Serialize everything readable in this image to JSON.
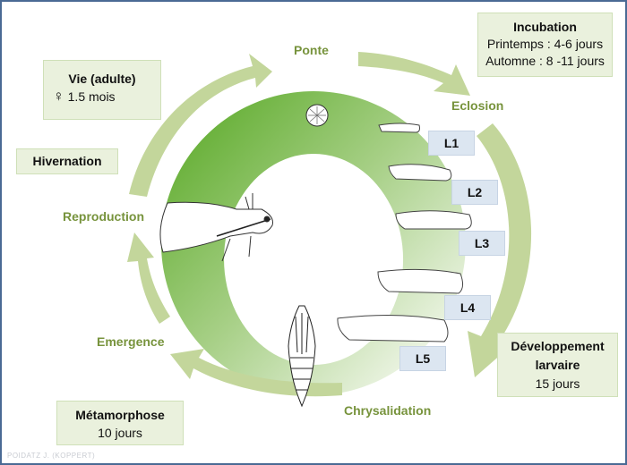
{
  "colors": {
    "ring_dark": "#6db33f",
    "ring_light": "#d6e7c5",
    "arrow": "#c3d69b",
    "stage_text": "#77933c",
    "info_box_bg": "#eaf1dd",
    "larva_box_bg": "#dce6f1",
    "frame_border": "#4a6a94"
  },
  "stages": {
    "ponte": "Ponte",
    "eclosion": "Eclosion",
    "chrysalidation": "Chrysalidation",
    "emergence": "Emergence",
    "reproduction": "Reproduction"
  },
  "info_boxes": {
    "incubation": {
      "title": "Incubation",
      "lines": [
        "Printemps : 4-6 jours",
        "Automne : 8 -11 jours"
      ]
    },
    "vie_adulte": {
      "title": "Vie (adulte)",
      "female_symbol": "♀",
      "value": "1.5 mois"
    },
    "hivernation": {
      "title": "Hivernation"
    },
    "developpement": {
      "title_line1": "Développement",
      "title_line2": "larvaire",
      "value": "15 jours"
    },
    "metamorphose": {
      "title": "Métamorphose",
      "value": "10 jours"
    }
  },
  "larval_stages": [
    "L1",
    "L2",
    "L3",
    "L4",
    "L5"
  ],
  "illustrations": [
    "egg",
    "larva-l1",
    "larva-l2",
    "larva-l3",
    "larva-l4",
    "larva-l5",
    "pupa",
    "adult-moth"
  ],
  "credit": "POIDATZ J. (KOPPERT)"
}
